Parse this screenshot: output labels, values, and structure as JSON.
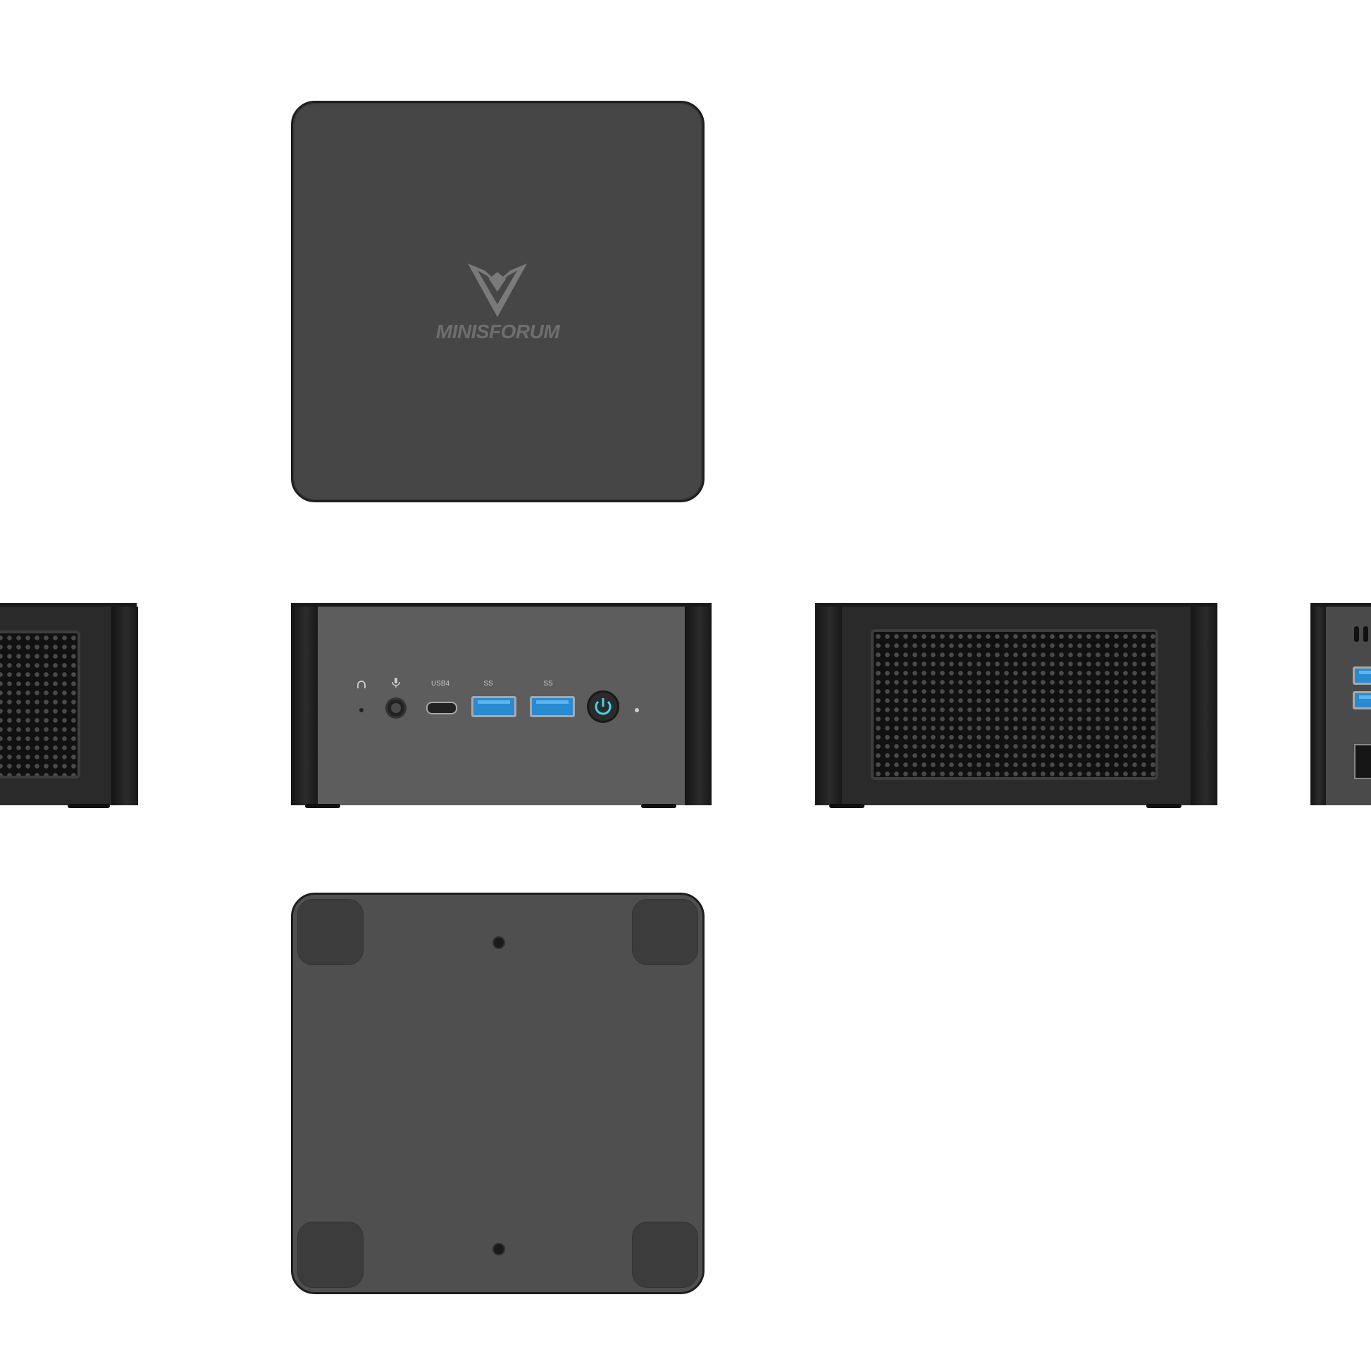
{
  "brand": {
    "name": "MINISFORUM"
  },
  "front_panel": {
    "port_labels": [
      "USB4",
      "SS",
      "SS"
    ]
  },
  "colors": {
    "chassis_top": "#464646",
    "chassis_bottom": "#4f4f4f",
    "front_panel": "#5d5d5d",
    "power_button_glow": "#3fd6e6",
    "usb3_port": "#2a8ad0"
  },
  "icons": [
    "headphone-icon",
    "microphone-icon",
    "power-icon",
    "usb-superspeed-icon"
  ]
}
